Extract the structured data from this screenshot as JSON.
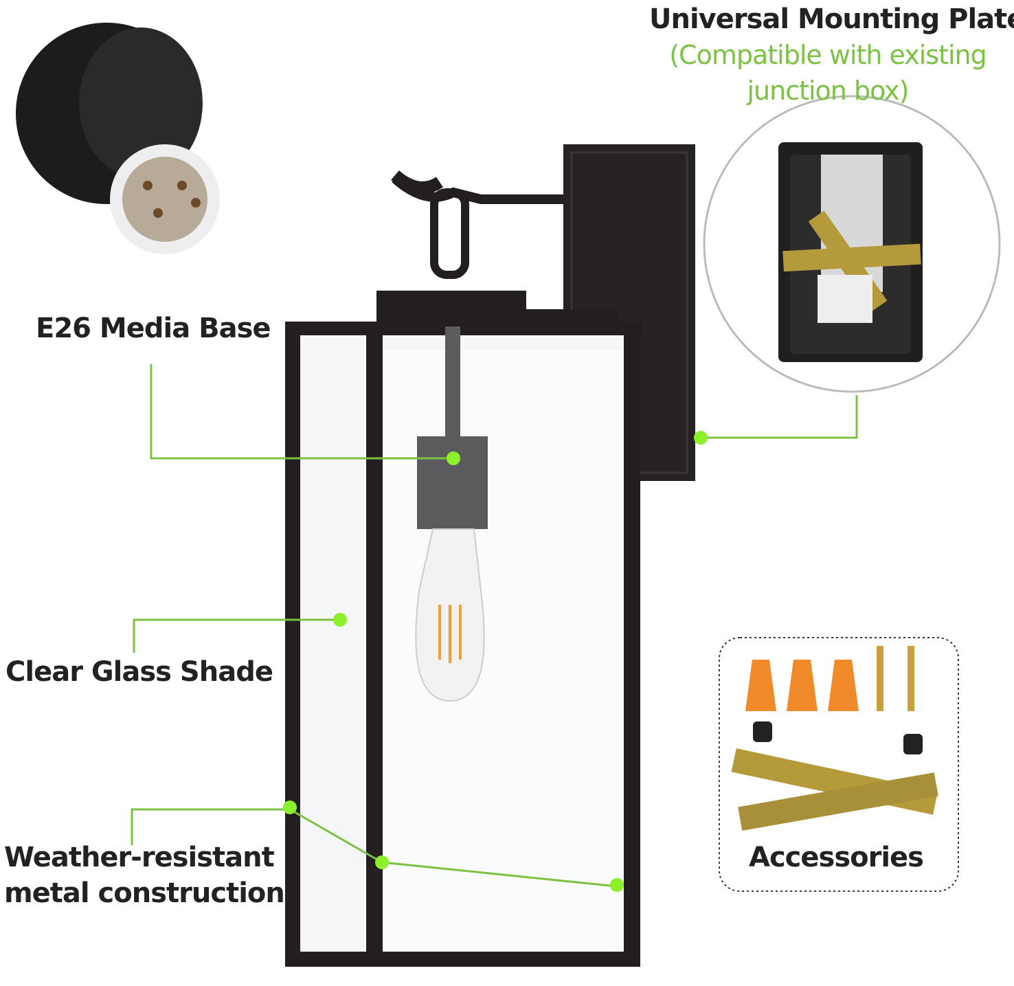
{
  "labels": {
    "mounting_plate": "Universal Mounting Plate",
    "mounting_note_1": "(Compatible with existing",
    "mounting_note_2": "junction box)",
    "media_base": "E26 Media Base",
    "glass_shade": "Clear Glass Shade",
    "construction_1": "Weather-resistant",
    "construction_2": "metal construction",
    "accessories": "Accessories"
  },
  "colors": {
    "callout": "#7cc242",
    "metal": "#231f20",
    "accent_text": "#7cc242"
  }
}
